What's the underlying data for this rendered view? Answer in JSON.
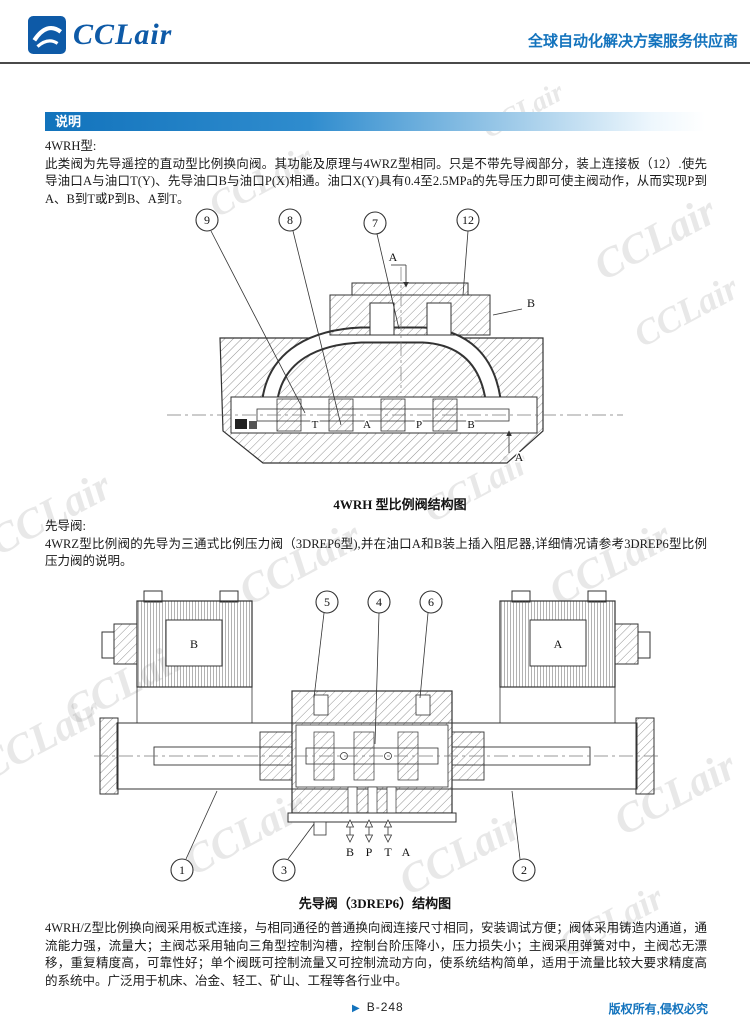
{
  "watermark": {
    "text": "CCLair"
  },
  "header": {
    "logo_text": "CCLair",
    "slogan": "全球自动化解决方案服务供应商"
  },
  "section": {
    "title": "说明"
  },
  "intro": {
    "heading": "4WRH型:",
    "body": "此类阀为先导遥控的直动型比例换向阀。其功能及原理与4WRZ型相同。只是不带先导阀部分，装上连接板（12）.使先导油口A与油口T(Y)、先导油口B与油口P(X)相通。油口X(Y)具有0.4至2.5MPa的先导压力即可使主阀动作，从而实现P到A、B到T或P到B、A到T。"
  },
  "diagram1": {
    "caption": "4WRH 型比例阀结构图",
    "callout_9": "9",
    "callout_8": "8",
    "callout_7": "7",
    "callout_12": "12",
    "section_top": "A",
    "section_bottom": "A",
    "side_b": "B",
    "port_t": "T",
    "port_a": "A",
    "port_p": "P",
    "port_b": "B"
  },
  "pilot": {
    "heading": "先导阀:",
    "body": "4WRZ型比例阀的先导为三通式比例压力阀（3DREP6型),并在油口A和B装上插入阻尼器,详细情况请参考3DREP6型比例压力阀的说明。"
  },
  "diagram2": {
    "caption": "先导阀（3DREP6）结构图",
    "callout_5": "5",
    "callout_4": "4",
    "callout_6": "6",
    "callout_1": "1",
    "callout_3": "3",
    "callout_2": "2",
    "sol_left": "B",
    "sol_right": "A",
    "port_b": "B",
    "port_p": "P",
    "port_t": "T",
    "port_a": "A"
  },
  "outro": {
    "body": "4WRH/Z型比例换向阀采用板式连接，与相同通径的普通换向阀连接尺寸相同，安装调试方便；阀体采用铸造内通道，通流能力强，流量大；主阀芯采用轴向三角型控制沟槽，控制台阶压降小，压力损失小；主阀采用弹簧对中，主阀芯无漂移，重复精度高，可靠性好；单个阀既可控制流量又可控制流动方向，使系统结构简单，适用于流量比较大要求精度高的系统中。广泛用于机床、冶金、轻工、矿山、工程等各行业中。"
  },
  "footer": {
    "arrow": "▶",
    "page": "B-248",
    "copyright": "版权所有,侵权必究"
  }
}
